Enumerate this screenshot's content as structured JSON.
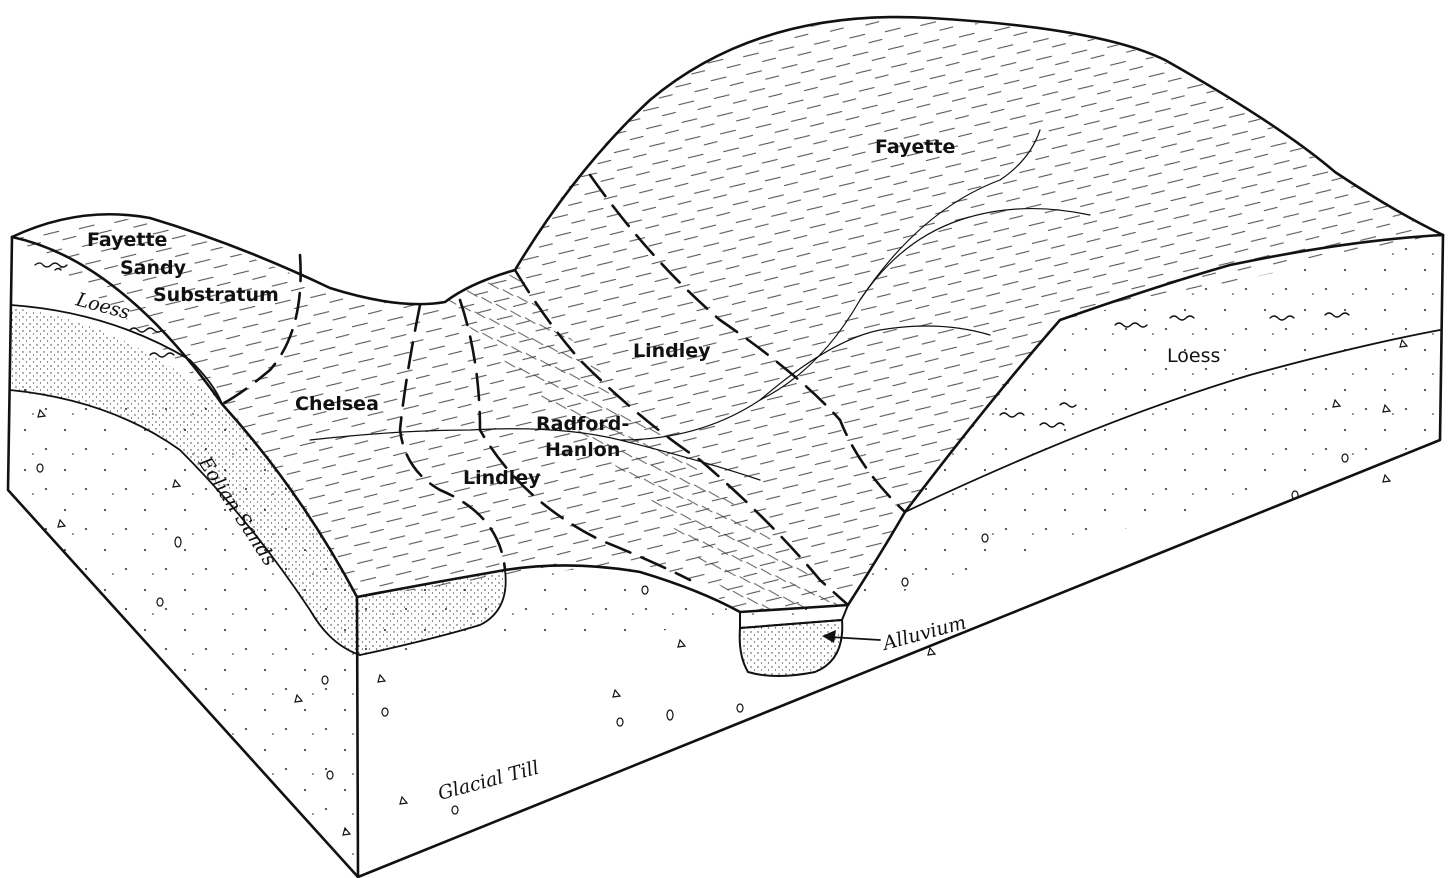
{
  "labels": {
    "fayette_top": "Fayette",
    "fayette_sandy_1": "Fayette",
    "fayette_sandy_2": "Sandy",
    "fayette_sandy_3": "Substratum",
    "loess_left": "Loess",
    "chelsea": "Chelsea",
    "lindley_upper": "Lindley",
    "lindley_lower": "Lindley",
    "radford_1": "Radford-",
    "radford_2": "Hanlon",
    "eolian_sands": "Eolian Sands",
    "loess_right": "Loess",
    "alluvium": "Alluvium",
    "glacial_till": "Glacial Till"
  },
  "colors": {
    "ink": "#111111",
    "paper": "#ffffff"
  }
}
